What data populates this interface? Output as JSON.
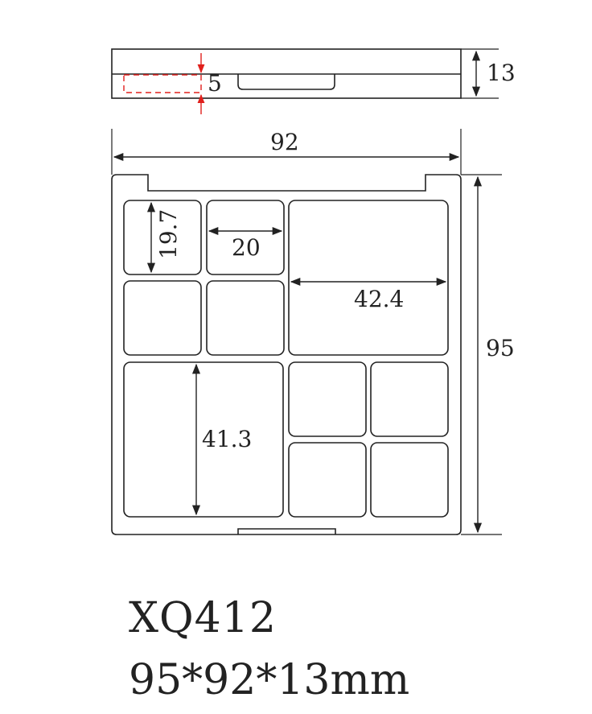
{
  "dimensions": {
    "side_height": "13",
    "recess_depth": "5",
    "width": "92",
    "height": "95",
    "pan_small_height": "19.7",
    "pan_small_width": "20",
    "pan_large_width": "42.4",
    "pan_tall_height": "41.3"
  },
  "product": {
    "model": "XQ412",
    "size": "95*92*13mm"
  },
  "colors": {
    "line": "#222222",
    "accent": "#e0201c"
  }
}
